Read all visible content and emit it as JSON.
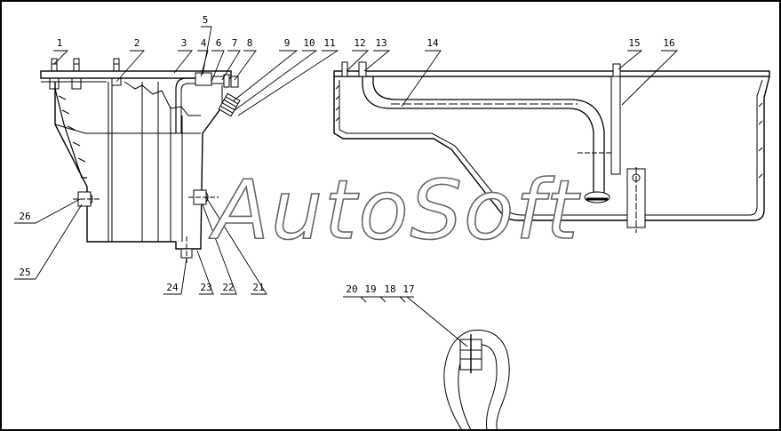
{
  "watermark": "AutoSoft",
  "callouts": {
    "c1": "1",
    "c2": "2",
    "c3": "3",
    "c4": "4",
    "c5": "5",
    "c6": "6",
    "c7": "7",
    "c8": "8",
    "c9": "9",
    "c10": "10",
    "c11": "11",
    "c12": "12",
    "c13": "13",
    "c14": "14",
    "c15": "15",
    "c16": "16",
    "c17": "17",
    "c18": "18",
    "c19": "19",
    "c20": "20",
    "c21": "21",
    "c22": "22",
    "c23": "23",
    "c24": "24",
    "c25": "25",
    "c26": "26"
  }
}
